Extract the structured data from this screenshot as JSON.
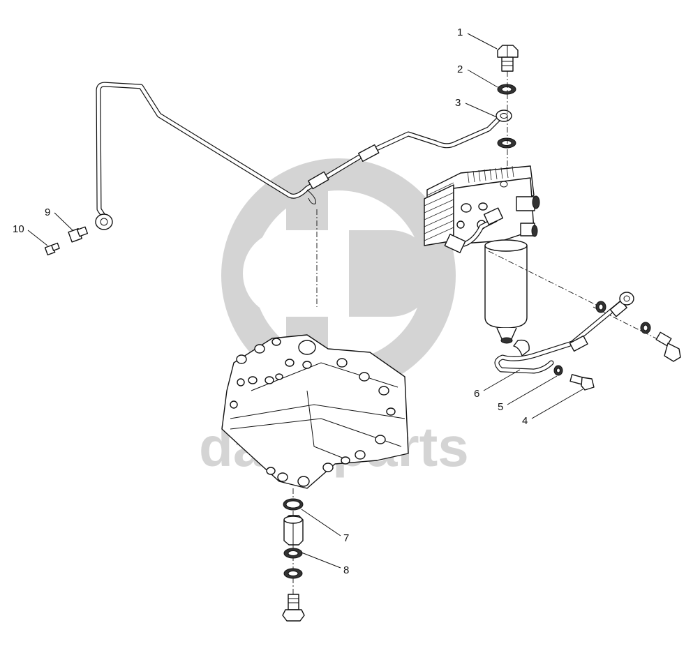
{
  "watermark": {
    "text": "data-parts"
  },
  "callouts": [
    {
      "id": "1",
      "label": "1"
    },
    {
      "id": "2",
      "label": "2"
    },
    {
      "id": "3",
      "label": "3"
    },
    {
      "id": "4",
      "label": "4"
    },
    {
      "id": "5",
      "label": "5"
    },
    {
      "id": "6",
      "label": "6"
    },
    {
      "id": "7",
      "label": "7"
    },
    {
      "id": "8",
      "label": "8"
    },
    {
      "id": "9",
      "label": "9"
    },
    {
      "id": "10",
      "label": "10"
    }
  ],
  "colors": {
    "line": "#111111",
    "watermark": "#d4d4d4",
    "background": "#ffffff"
  }
}
